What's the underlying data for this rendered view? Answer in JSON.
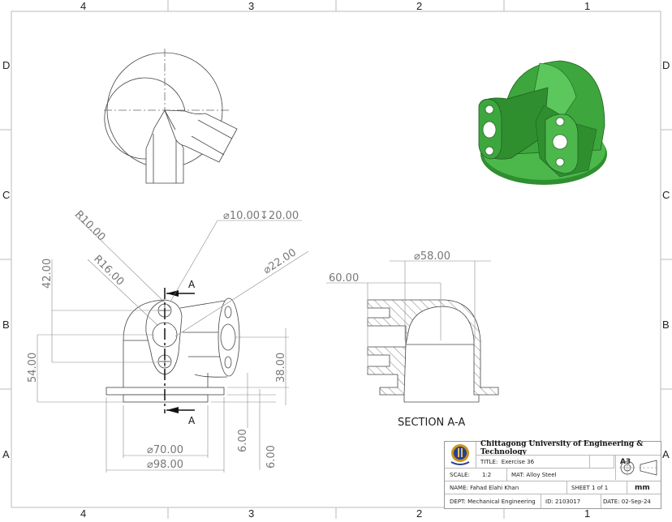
{
  "sheet": {
    "border_zones_top": [
      "4",
      "3",
      "2",
      "1"
    ],
    "border_zones_bottom": [
      "4",
      "3",
      "2",
      "1"
    ],
    "border_zones_left": [
      "D",
      "C",
      "B",
      "A"
    ],
    "border_zones_right": [
      "D",
      "C",
      "B",
      "A"
    ]
  },
  "front_view": {
    "dimensions": {
      "r10": "R10.00",
      "r16": "R16.00",
      "hole": "⌀10.00↧20.00",
      "bore": "⌀22.00",
      "h42": "42.00",
      "h54": "54.00",
      "h38": "38.00",
      "d70": "⌀70.00",
      "d98": "⌀98.00",
      "t6a": "6.00",
      "t6b": "6.00"
    },
    "section_label_top": "A",
    "section_label_bottom": "A"
  },
  "section_view": {
    "title": "SECTION A-A",
    "dimensions": {
      "d58": "⌀58.00",
      "l60": "60.00"
    }
  },
  "isometric_view": {
    "color": "#3fa83f",
    "shadow_color": "#2b7f2b",
    "highlight_color": "#5cc75c"
  },
  "title_block": {
    "university": "Chittagong University of Engineering & Technology",
    "title_label": "TITLE:",
    "title_value": "Exercise 36",
    "size": "A3",
    "scale_label": "SCALE:",
    "scale_value": "1:2",
    "material": "MAT: Alloy Steel",
    "name": "NAME: Fahad Elahi Khan",
    "sheet": "SHEET 1 of 1",
    "units": "mm",
    "dept": "DEPT: Mechanical Engineering",
    "id": "ID: 2103017",
    "date": "DATE: 02-Sep-24"
  }
}
